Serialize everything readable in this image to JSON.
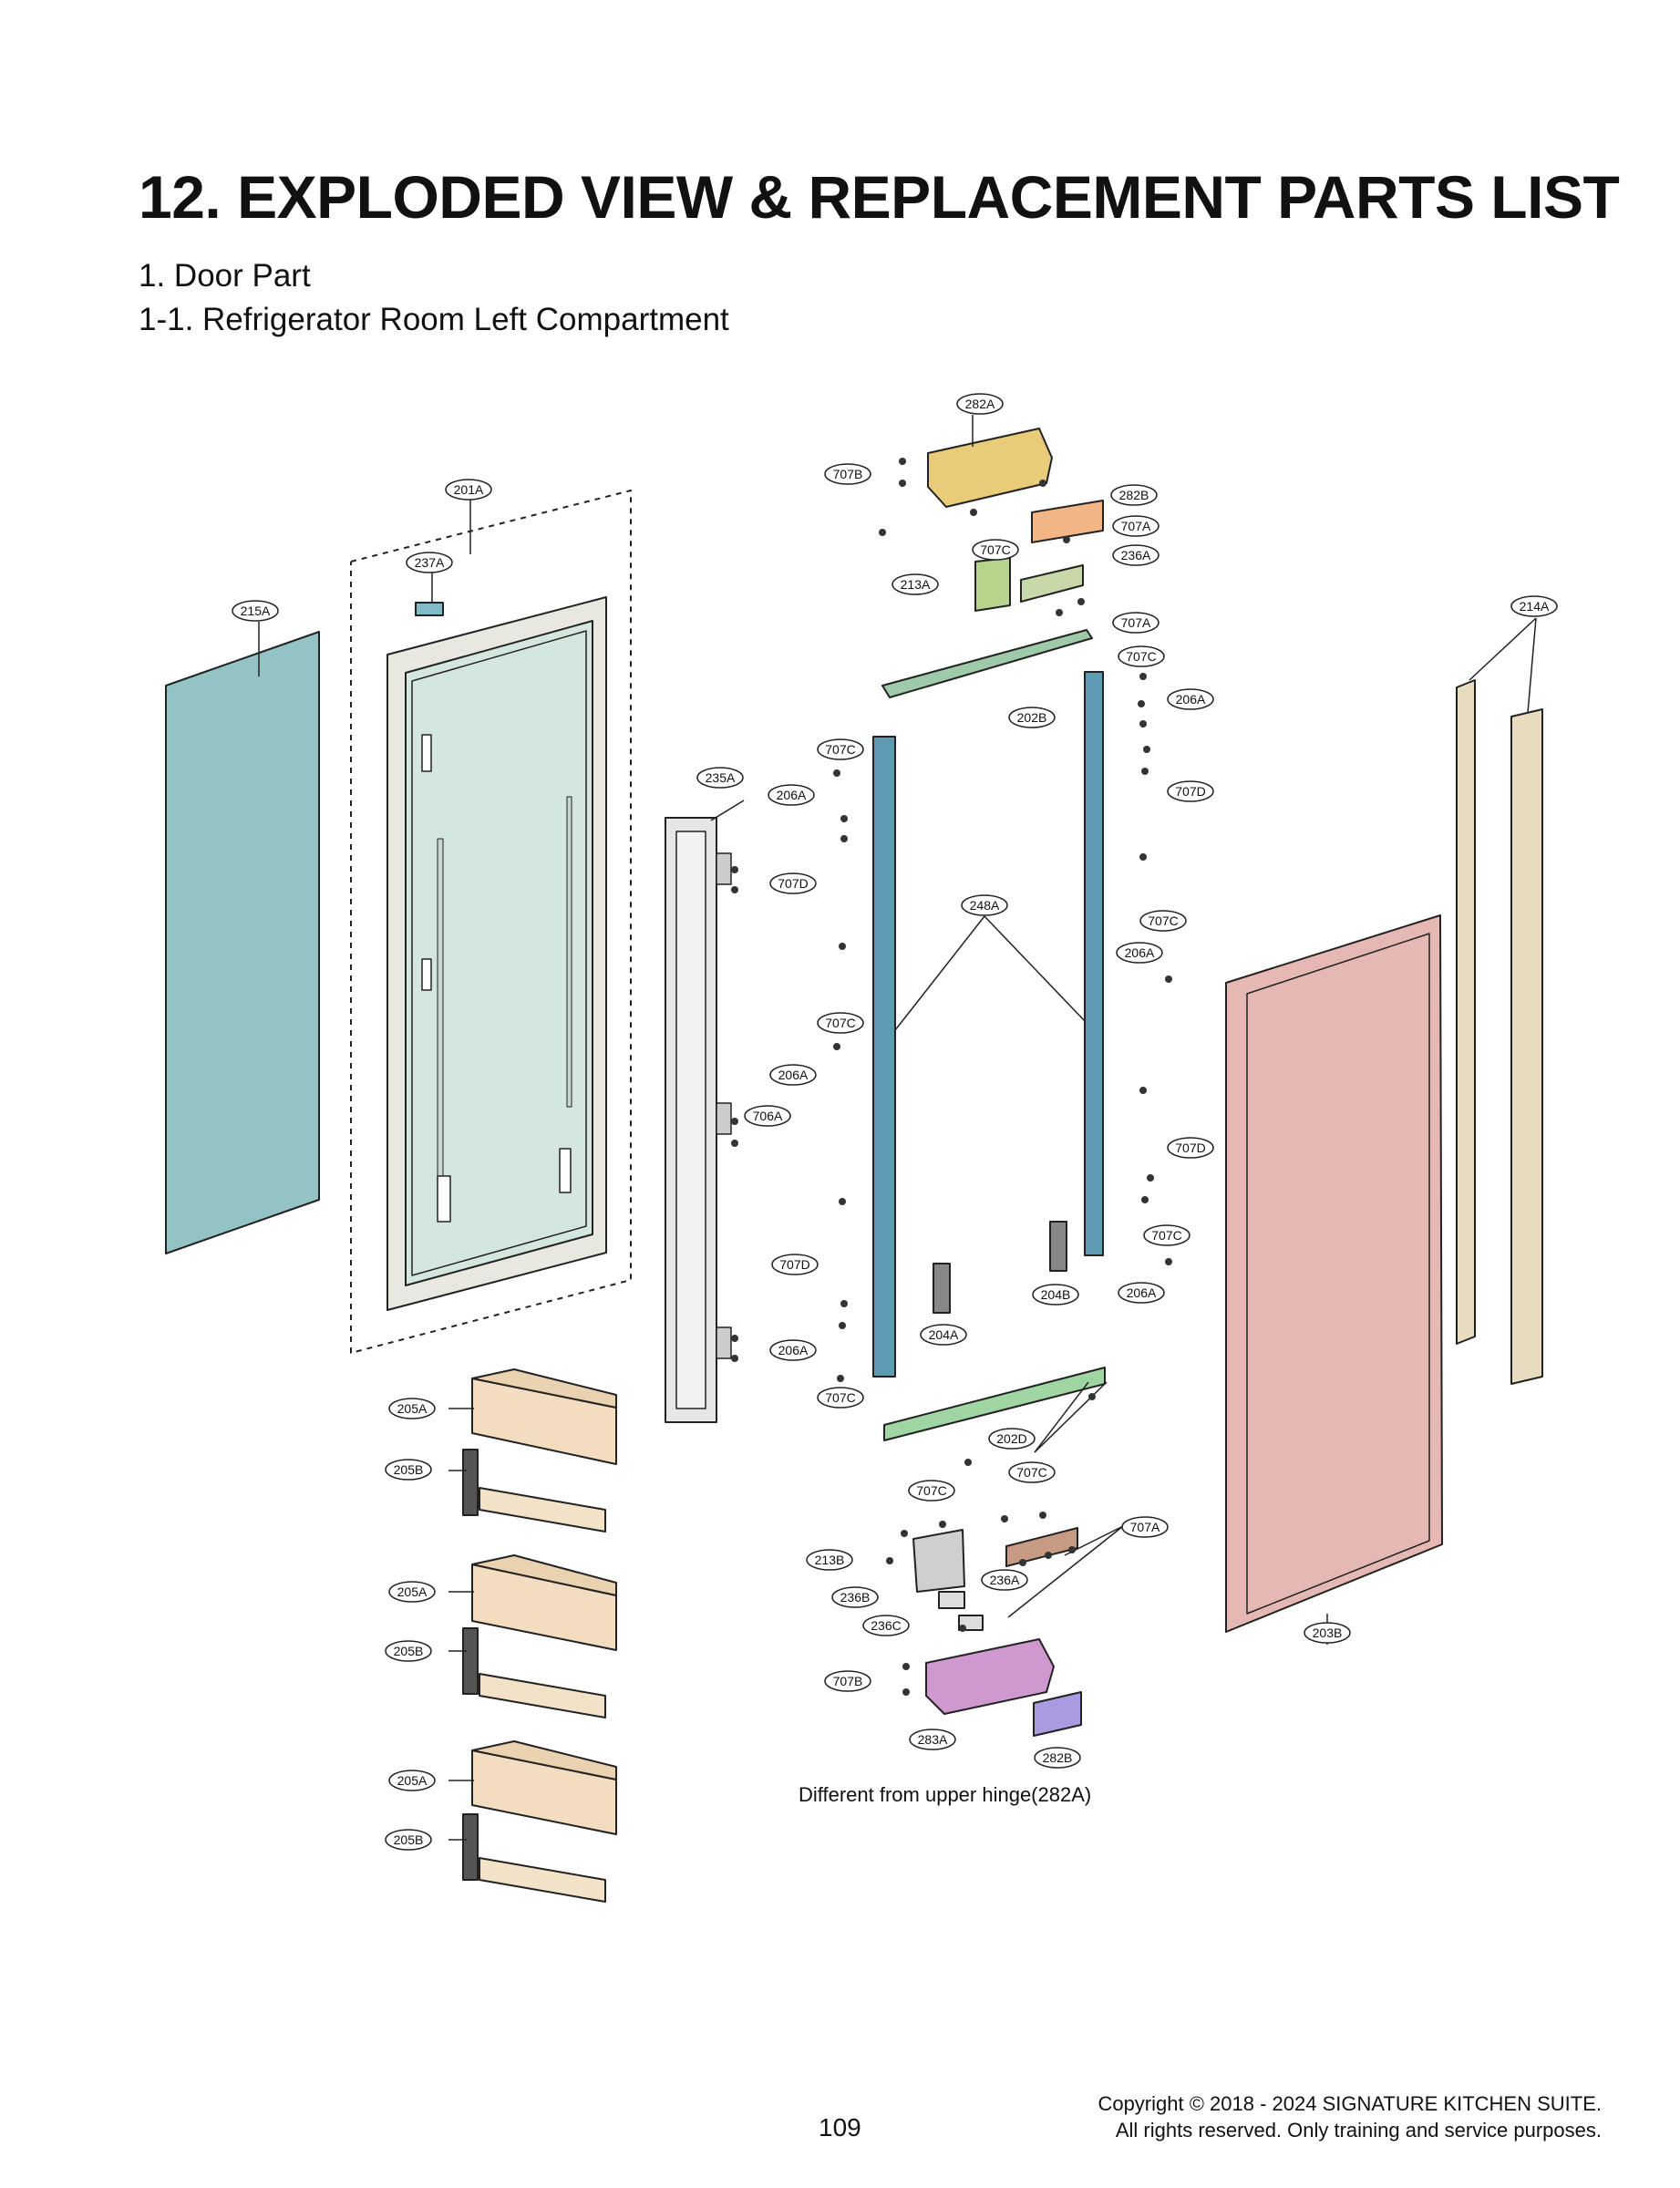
{
  "header": {
    "title": "12. EXPLODED VIEW & REPLACEMENT PARTS LIST",
    "section": "1. Door Part",
    "subsection": "1-1. Refrigerator Room Left Compartment"
  },
  "diagram": {
    "callouts": [
      "282A",
      "707B",
      "282B",
      "707A",
      "707C",
      "236A",
      "213A",
      "201A",
      "237A",
      "215A",
      "214A",
      "707A",
      "707C",
      "206A",
      "202B",
      "707C",
      "235A",
      "206A",
      "707D",
      "707D",
      "248A",
      "707C",
      "206A",
      "707C",
      "206A",
      "706A",
      "707D",
      "707C",
      "707D",
      "204B",
      "206A",
      "204A",
      "206A",
      "707C",
      "205A",
      "202D",
      "205B",
      "707C",
      "707C",
      "707A",
      "213B",
      "236A",
      "205A",
      "236B",
      "236C",
      "203B",
      "205B",
      "707B",
      "283A",
      "282B",
      "205A",
      "205B"
    ],
    "note": "Different from upper hinge(282A)"
  },
  "footer": {
    "page_number": "109",
    "copyright": "Copyright © 2018 - 2024 SIGNATURE KITCHEN SUITE.",
    "rights": "All rights reserved. Only training and service purposes."
  }
}
